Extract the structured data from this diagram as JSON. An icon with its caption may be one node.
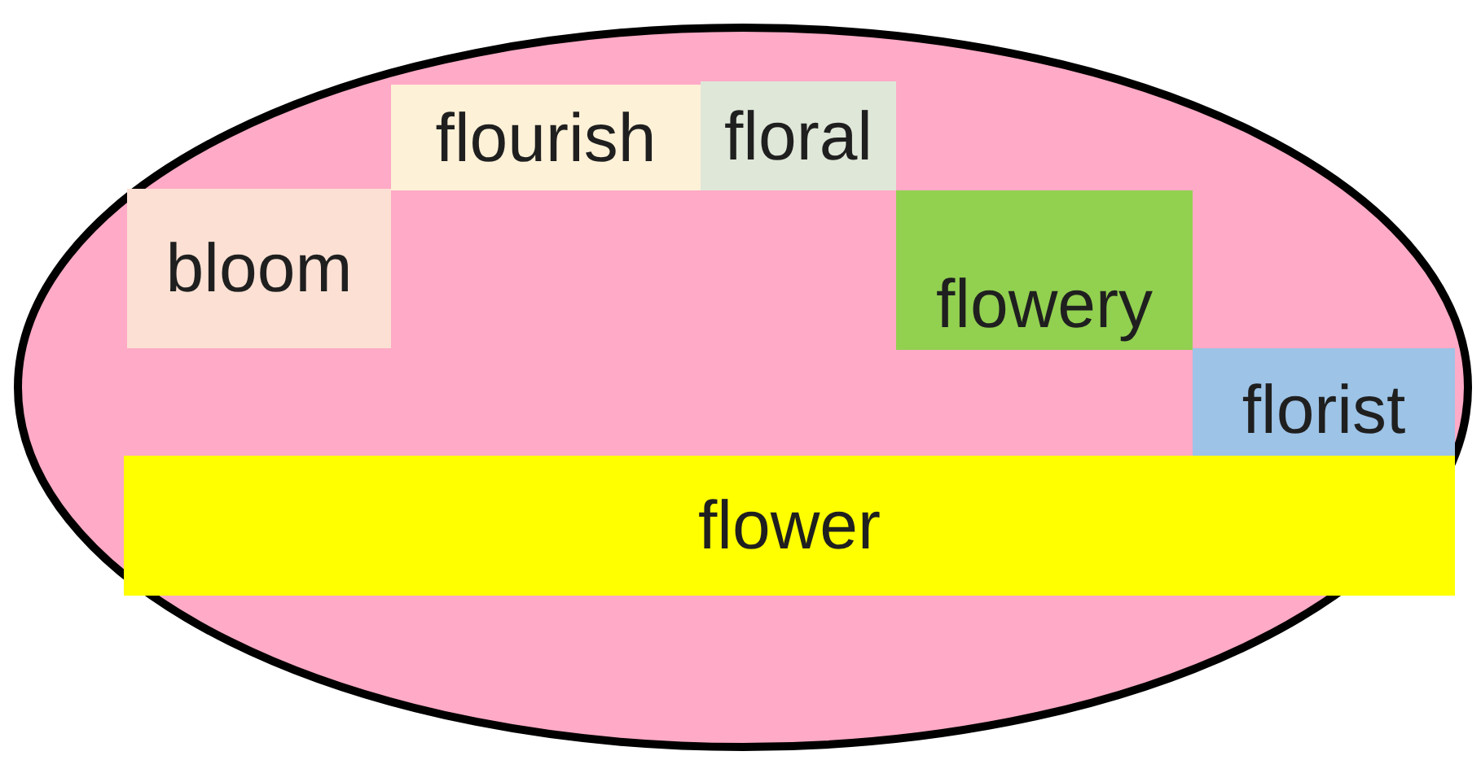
{
  "diagram": {
    "nodes": [
      {
        "text": [],
        "shape": "ellipse"
      },
      {
        "text": [
          "flourish"
        ],
        "in": 0
      },
      {
        "text": [
          "floral"
        ],
        "in": 0
      },
      {
        "text": [
          "bloom"
        ],
        "in": 0
      },
      {
        "text": [
          "flowery"
        ],
        "in": 0
      },
      {
        "text": [
          "florist"
        ],
        "in": 0
      },
      {
        "text": [
          "flower"
        ],
        "in": 0
      }
    ]
  }
}
